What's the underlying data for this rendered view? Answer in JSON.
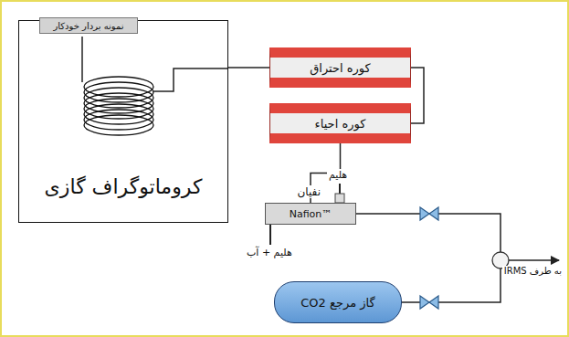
{
  "diagram": {
    "nodes": [
      {
        "text": [
          "کروماتوگراف گازی"
        ]
      },
      {
        "text": [
          "نمونه بردار خودکار"
        ],
        "in": 0
      },
      {
        "text": [
          "کوره احتراق"
        ]
      },
      {
        "text": [
          "کوره احیاء"
        ]
      },
      {
        "text": [
          "نفیان",
          "Nafion™"
        ]
      },
      {
        "text": [
          "گاز مرجع CO2"
        ]
      }
    ],
    "edges": [
      {
        "from": 0,
        "to": 2,
        "arrow": "none"
      },
      {
        "from": 2,
        "to": 3,
        "arrow": "none"
      },
      {
        "from": 3,
        "to": 4,
        "arrow": "none"
      }
    ],
    "labels": [
      "هلیم",
      "هلیم + آب",
      "به طرف IRMS"
    ]
  }
}
